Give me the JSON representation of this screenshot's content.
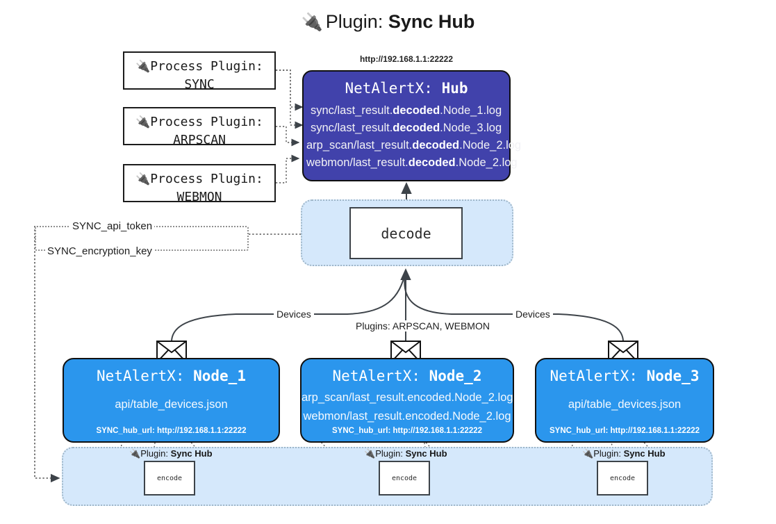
{
  "title": {
    "icon": "plug-icon",
    "prefix": "Plugin: ",
    "name": "Sync Hub"
  },
  "process_plugins": [
    {
      "icon": "plug-icon",
      "line1": "Process Plugin:",
      "line2": "SYNC"
    },
    {
      "icon": "plug-icon",
      "line1": "Process Plugin:",
      "line2": "ARPSCAN"
    },
    {
      "icon": "plug-icon",
      "line1": "Process Plugin:",
      "line2": "WEBMON"
    }
  ],
  "hub": {
    "url": "http://192.168.1.1:22222",
    "title_prefix": "NetAlertX: ",
    "title_name": "Hub",
    "logs": [
      {
        "pre": "sync/last_result.",
        "mid": "decoded",
        "post": ".Node_1.log"
      },
      {
        "pre": "sync/last_result.",
        "mid": "decoded",
        "post": ".Node_3.log"
      },
      {
        "pre": "arp_scan/last_result.",
        "mid": "decoded",
        "post": ".Node_2.log"
      },
      {
        "pre": "webmon/last_result.",
        "mid": "decoded",
        "post": ".Node_2.log"
      }
    ]
  },
  "decode": {
    "label": "decode"
  },
  "settings": {
    "api_token": "SYNC_api_token",
    "encryption_key": "SYNC_encryption_key"
  },
  "edge_labels": {
    "devices_left": "Devices",
    "devices_right": "Devices",
    "plugins_center": "Plugins: ARPSCAN, WEBMON"
  },
  "nodes": [
    {
      "icon": "envelope-icon",
      "title_prefix": "NetAlertX: ",
      "title_name": "Node_1",
      "lines": [
        "api/table_devices.json"
      ],
      "footer": "SYNC_hub_url: http://192.168.1.1:22222"
    },
    {
      "icon": "envelope-icon",
      "title_prefix": "NetAlertX: ",
      "title_name": "Node_2",
      "lines": [
        "arp_scan/last_result.encoded.Node_2.log",
        "webmon/last_result.encoded.Node_2.log"
      ],
      "footer": "SYNC_hub_url: http://192.168.1.1:22222"
    },
    {
      "icon": "envelope-icon",
      "title_prefix": "NetAlertX: ",
      "title_name": "Node_3",
      "lines": [
        "api/table_devices.json"
      ],
      "footer": "SYNC_hub_url: http://192.168.1.1:22222"
    }
  ],
  "encoders": [
    {
      "icon": "plug-icon",
      "caption_prefix": "Plugin: ",
      "caption_name": "Sync Hub",
      "label": "encode"
    },
    {
      "icon": "plug-icon",
      "caption_prefix": "Plugin: ",
      "caption_name": "Sync Hub",
      "label": "encode"
    },
    {
      "icon": "plug-icon",
      "caption_prefix": "Plugin: ",
      "caption_name": "Sync Hub",
      "label": "encode"
    }
  ],
  "colors": {
    "hub": "#4142ab",
    "node": "#2b96ed",
    "container": "#d5e8fb",
    "container_border": "#9fb6c8",
    "edge": "#3d4349"
  }
}
